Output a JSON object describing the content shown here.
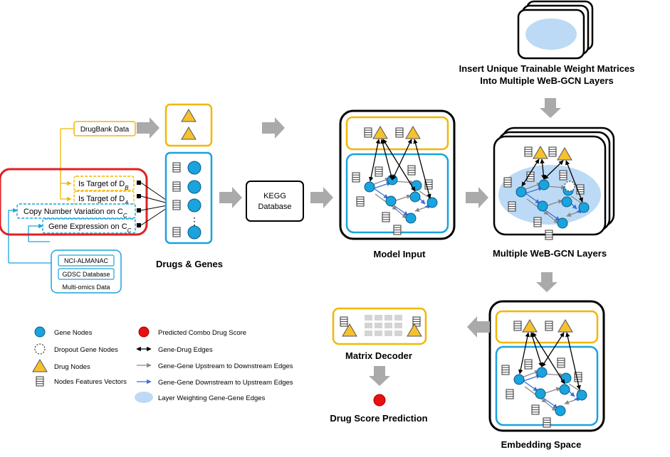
{
  "sources": {
    "drugbank": "DrugBank Data",
    "is_target_db": "Is Target of D",
    "is_target_db_sub": "B",
    "is_target_da": "Is Target of D",
    "is_target_da_sub": "A",
    "copy_number": "Copy Number Variation on C",
    "copy_number_sub": "C",
    "gene_expression": "Gene Expression on C",
    "gene_expression_sub": "C",
    "nci_almanac": "NCI-ALMANAC",
    "gdsc": "GDSC Database",
    "multi_omics": "Multi-omics Data"
  },
  "labels": {
    "drugs_genes": "Drugs & Genes",
    "kegg_line1": "KEGG",
    "kegg_line2": "Database",
    "model_input": "Model Input",
    "insert_line1": "Insert Unique Trainable Weight Matrices",
    "insert_line2": "Into Multiple WeB-GCN Layers",
    "multiple_layers": "Multiple WeB-GCN Layers",
    "embedding_space": "Embedding Space",
    "matrix_decoder": "Matrix Decoder",
    "drug_score_prediction": "Drug Score Prediction",
    "ellipsis": "⋮"
  },
  "legend": {
    "gene_nodes": "Gene Nodes",
    "dropout_gene_nodes": "Dropout Gene Nodes",
    "drug_nodes": "Drug Nodes",
    "nodes_features_vectors": "Nodes Features Vectors",
    "predicted_combo": "Predicted Combo Drug Score",
    "gene_drug_edges": "Gene-Drug Edges",
    "upstream_edges": "Gene-Gene Upstream to Downstream Edges",
    "downstream_edges": "Gene-Gene Downstream to Upstream Edges",
    "layer_weighting": "Layer Weighting Gene-Gene Edges"
  },
  "colors": {
    "gene": "#1aa3dc",
    "drug": "#f5c12e",
    "yellow_border": "#f2b705",
    "blue_border": "#1aa3dc",
    "red_border": "#e02020",
    "arrow_gray": "#aaaaaa",
    "weight_blob": "#bcdaf5",
    "upstream_edge": "#888888",
    "downstream_edge": "#3a6fd8",
    "predicted": "#e81010"
  }
}
